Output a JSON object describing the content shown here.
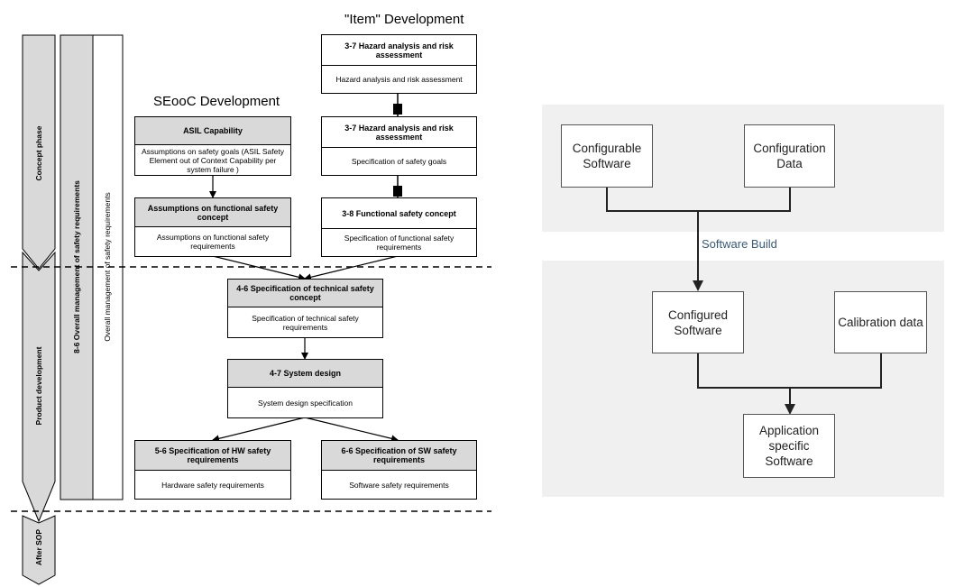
{
  "left": {
    "item_title": "\"Item\" Development",
    "seooc_title": "SEooC Development",
    "phases": {
      "concept": "Concept phase",
      "product": "Product development",
      "after_sop": "After SOP"
    },
    "columns": {
      "overall_mgmt_8_6": "8-6 Overall management of safety requirements",
      "overall_mgmt": "Overall management of safety requirements"
    },
    "boxes": {
      "hara1": {
        "header": "3-7 Hazard analysis and risk assessment",
        "body": "Hazard analysis and risk assessment"
      },
      "hara2": {
        "header": "3-7 Hazard analysis and risk assessment",
        "body": "Specification of safety goals"
      },
      "fsc": {
        "header": "3-8 Functional safety concept",
        "body": "Specification of functional safety requirements"
      },
      "asil": {
        "header": "ASIL Capability",
        "body": "Assumptions on safety goals (ASIL Safety Element out of Context Capability per system failure )"
      },
      "assump_fsc": {
        "header": "Assumptions on functional safety concept",
        "body": "Assumptions on functional safety requirements"
      },
      "tsc": {
        "header": "4-6 Specification of technical safety concept",
        "body": "Specification of technical safety requirements"
      },
      "sysdesign": {
        "header": "4-7 System design",
        "body": "System design specification"
      },
      "hw": {
        "header": "5-6 Specification of HW safety requirements",
        "body": "Hardware safety requirements"
      },
      "sw": {
        "header": "6-6 Specification of SW safety requirements",
        "body": "Software safety requirements"
      }
    }
  },
  "right": {
    "configurable_software": "Configurable Software",
    "configuration_data": "Configuration Data",
    "software_build": "Software Build",
    "configured_software": "Configured Software",
    "calibration_data": "Calibration data",
    "application_software": "Application specific Software",
    "colors": {
      "panel": "#f0f0f0",
      "build_label": "#3a5a7a"
    }
  }
}
